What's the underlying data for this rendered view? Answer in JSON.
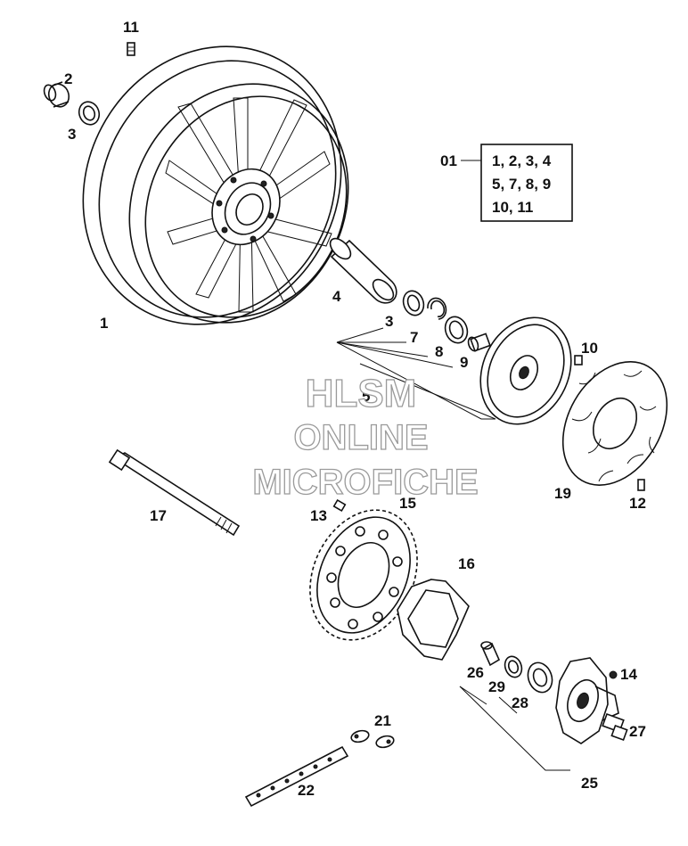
{
  "watermark": {
    "line1": "HLSM",
    "line2": "ONLINE",
    "line3": "MICROFICHE",
    "color": "#9a9a9a"
  },
  "assembly": {
    "number": "01",
    "parts_line1": "1, 2, 3, 4",
    "parts_line2": "5, 7, 8, 9",
    "parts_line3": "10, 11"
  },
  "callouts": {
    "p1": "1",
    "p2": "2",
    "p3a": "3",
    "p3b": "3",
    "p4": "4",
    "p5": "5",
    "p7": "7",
    "p8": "8",
    "p9": "9",
    "p10": "10",
    "p11": "11",
    "p12": "12",
    "p13": "13",
    "p14": "14",
    "p15": "15",
    "p16": "16",
    "p17": "17",
    "p19": "19",
    "p21": "21",
    "p22": "22",
    "p25": "25",
    "p26": "26",
    "p27": "27",
    "p28": "28",
    "p29": "29"
  }
}
